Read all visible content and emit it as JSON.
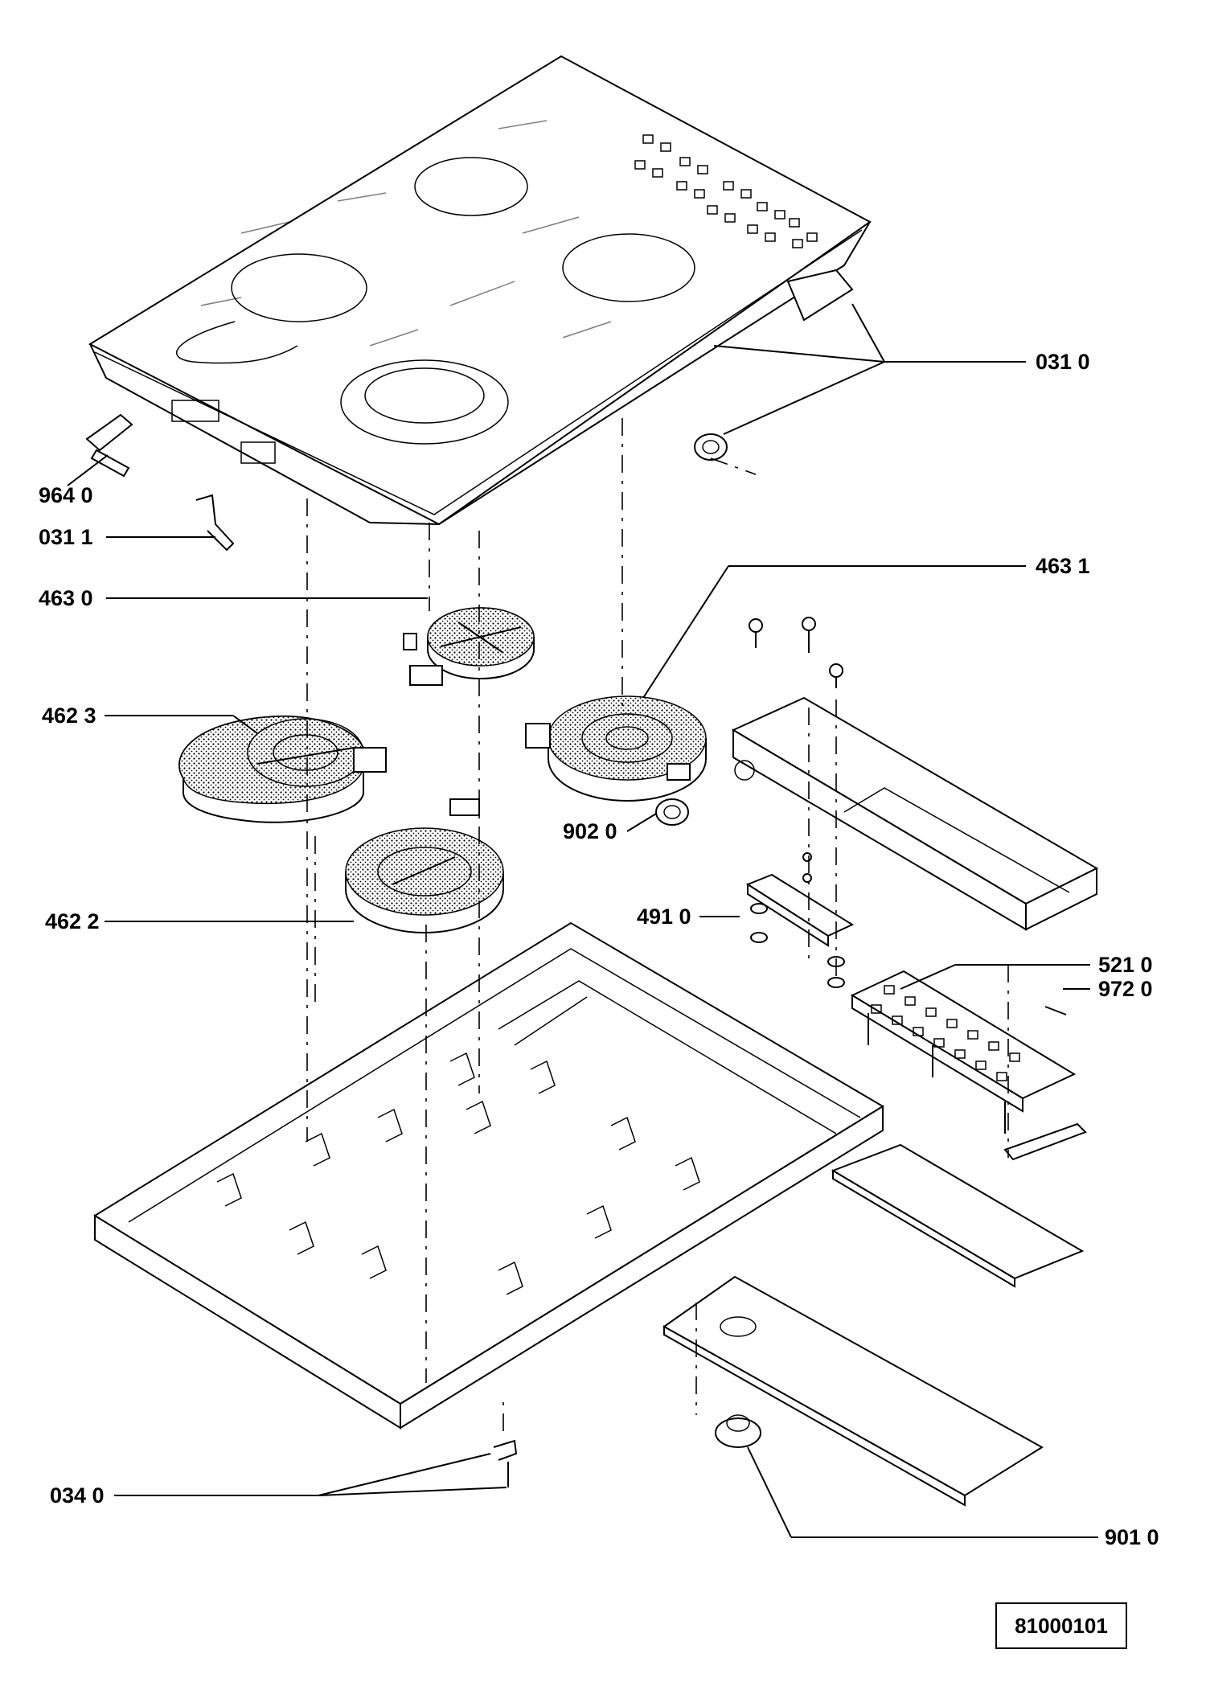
{
  "drawing_number": "81000101",
  "part_labels": {
    "p0310": "031 0",
    "p9640": "964 0",
    "p0311": "031 1",
    "p4631": "463 1",
    "p4630": "463 0",
    "p4623": "462 3",
    "p9020": "902 0",
    "p4910": "491 0",
    "p4622": "462 2",
    "p5210": "521 0",
    "p9720": "972 0",
    "p0340": "034 0",
    "p9010": "901 0"
  }
}
